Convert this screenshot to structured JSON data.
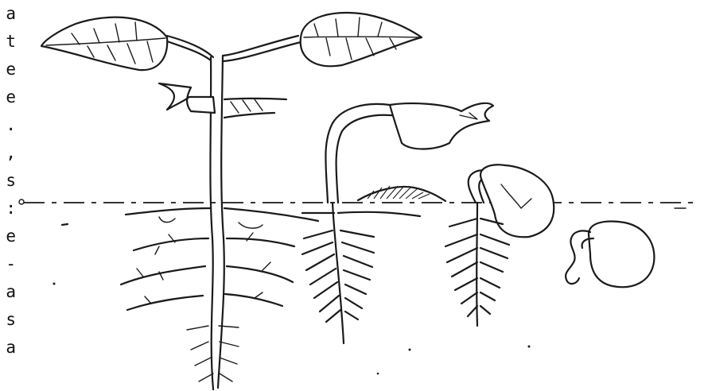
{
  "edge_text": [
    "a",
    "t",
    "e",
    "e",
    ".",
    ",",
    "s",
    ":",
    "e",
    "-",
    "a",
    "s",
    "a"
  ],
  "colors": {
    "ink": "#1a1a1a",
    "background": "#ffffff"
  }
}
